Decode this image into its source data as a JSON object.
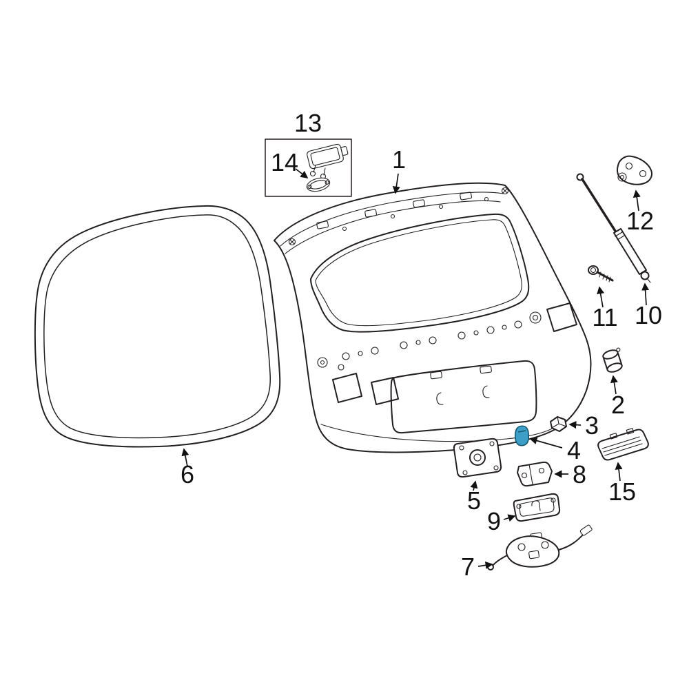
{
  "figure": {
    "background_color": "#ffffff",
    "line_color": "#231f20",
    "highlight_color": "#3d9fc7",
    "highlighted_callout": "4",
    "callouts": {
      "c1": "1",
      "c2": "2",
      "c3": "3",
      "c4": "4",
      "c5": "5",
      "c6": "6",
      "c7": "7",
      "c8": "8",
      "c9": "9",
      "c10": "10",
      "c11": "11",
      "c12": "12",
      "c13": "13",
      "c14": "14",
      "c15": "15"
    }
  }
}
